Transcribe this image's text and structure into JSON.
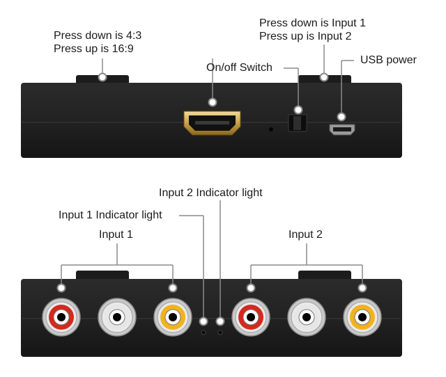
{
  "labels": {
    "aspect_down": "Press down is 4:3",
    "aspect_up": "Press up is 16:9",
    "input_down": "Press down is Input 1",
    "input_up": "Press up is Input 2",
    "onoff": "On/off Switch",
    "usb": "USB power",
    "input2_light": "Input 2 Indicator light",
    "input1_light": "Input 1 Indicator light",
    "input1": "Input 1",
    "input2": "Input 2"
  },
  "rca_colors": {
    "red": "#d5281f",
    "white": "#e6e6e6",
    "yellow": "#f1b21c"
  },
  "icons": [
    "hdmi-port-icon",
    "micro-usb-port-icon",
    "rca-jack-icon",
    "indicator-led-icon",
    "slide-switch-icon"
  ]
}
